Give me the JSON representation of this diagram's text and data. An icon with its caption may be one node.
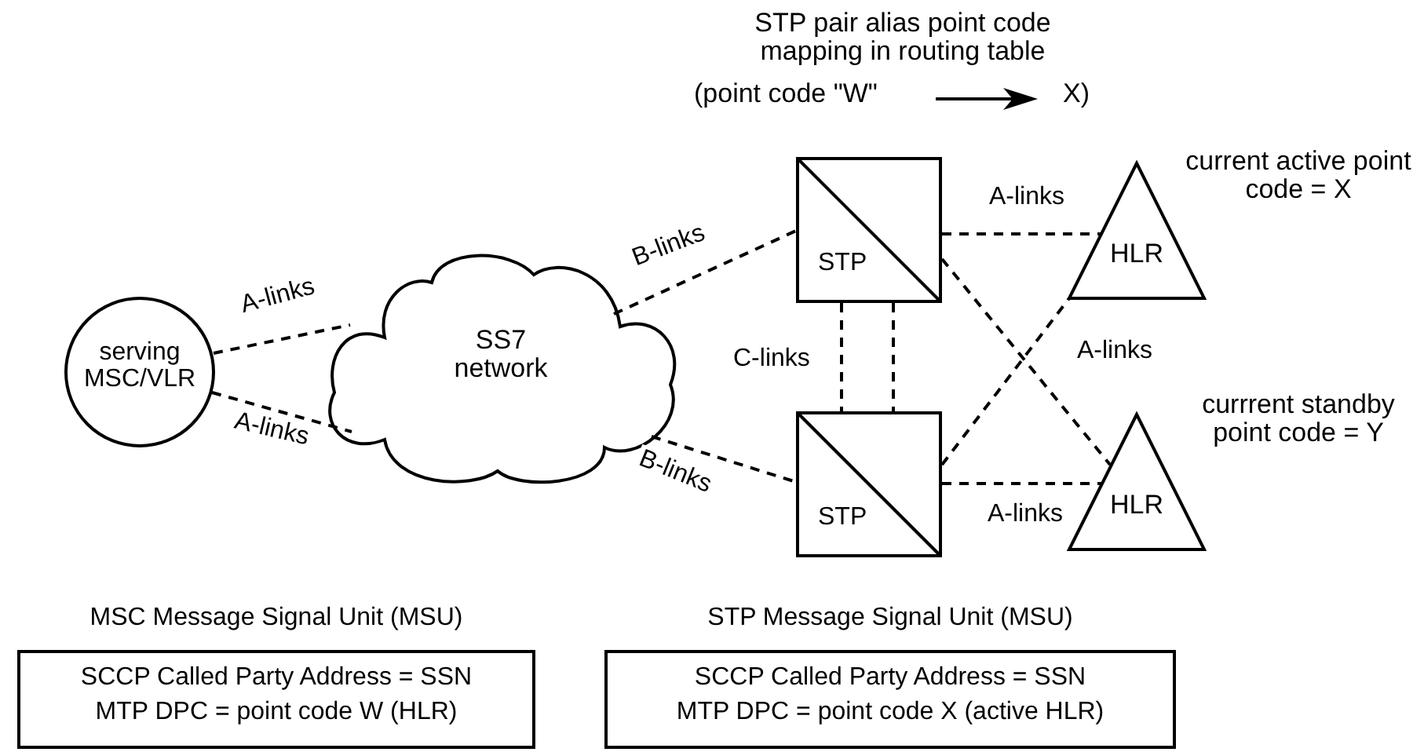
{
  "diagram": {
    "nodes": [
      {
        "text": [
          "serving MSC/VLR"
        ]
      },
      {
        "text": [
          "SS7 network"
        ]
      },
      {
        "text": [
          "STP"
        ]
      },
      {
        "text": [
          "STP"
        ]
      },
      {
        "text": [
          "HLR"
        ],
        "beside": [
          "current active point code = X"
        ]
      },
      {
        "text": [
          "HLR"
        ],
        "beside": [
          "currrent standby point code = Y"
        ]
      },
      {
        "text": [
          "MSC Message Signal Unit (MSU)",
          "SCCP Called Party Address = SSN",
          "MTP DPC = point code W (HLR)"
        ]
      },
      {
        "text": [
          "STP Message Signal Unit (MSU)",
          "SCCP Called Party Address = SSN",
          "MTP DPC = point code X (active HLR)"
        ]
      }
    ],
    "edges": [
      {
        "from": 0,
        "to": 1,
        "arrow": "none",
        "label": "A-links"
      },
      {
        "from": 0,
        "to": 1,
        "arrow": "none",
        "label": "A-links"
      },
      {
        "from": 1,
        "to": 2,
        "arrow": "none",
        "label": "B-links"
      },
      {
        "from": 1,
        "to": 3,
        "arrow": "none",
        "label": "B-links"
      },
      {
        "from": 2,
        "to": 3,
        "arrow": "none",
        "label": "C-links"
      },
      {
        "from": 2,
        "to": 3,
        "arrow": "none"
      },
      {
        "from": 2,
        "to": 4,
        "arrow": "none",
        "label": "A-links"
      },
      {
        "from": 2,
        "to": 5,
        "arrow": "none",
        "label": "A-links"
      },
      {
        "from": 3,
        "to": 4,
        "arrow": "none"
      },
      {
        "from": 3,
        "to": 5,
        "arrow": "none",
        "label": "A-links"
      }
    ],
    "labels": [
      "STP pair alias point code mapping in routing table",
      "(point code \"W\"",
      "X)"
    ]
  }
}
